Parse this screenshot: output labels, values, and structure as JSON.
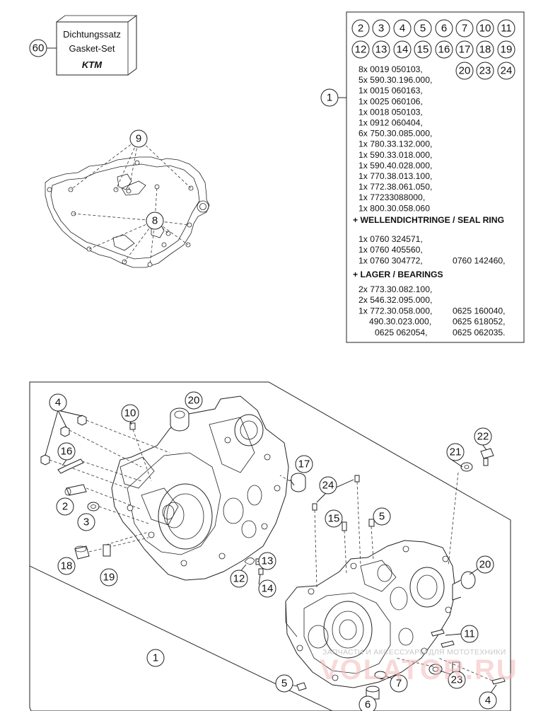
{
  "gasket_set": {
    "callout": "60",
    "line1": "Dichtungssatz",
    "line2": "Gasket-Set",
    "logo_text": "KTM"
  },
  "gasket_callouts": [
    "9",
    "8"
  ],
  "kit": {
    "callout": "1",
    "included_refs_row1": [
      "2",
      "3",
      "4",
      "5",
      "6",
      "7",
      "10",
      "11"
    ],
    "included_refs_row2": [
      "12",
      "13",
      "14",
      "15",
      "16",
      "17",
      "18",
      "19"
    ],
    "included_refs_row3": [
      "20",
      "23",
      "24"
    ],
    "part_lines": [
      "8x 0019 050103,",
      "5x 590.30.196.000,",
      "1x 0015 060163,",
      "1x 0025 060106,",
      "1x 0018 050103,",
      "1x 0912 060404,",
      "6x 750.30.085.000,",
      "1x 780.33.132.000,",
      "1x 590.33.018.000,",
      "1x 590.40.028.000,",
      "1x 770.38.013.100,",
      "1x 772.38.061.050,",
      "1x 77233088000,",
      "1x 800.30.058.060"
    ],
    "seal_heading": "+ WELLENDICHTRINGE /  SEAL RING",
    "seal_lines": [
      {
        "left": "1x 0760 324571,",
        "right": ""
      },
      {
        "left": "1x 0760 405560,",
        "right": ""
      },
      {
        "left": "1x 0760 304772,",
        "right": "0760 142460,"
      }
    ],
    "bearing_heading": "+ LAGER / BEARINGS",
    "bearing_lines": [
      {
        "left": "2x 773.30.082.100,",
        "right": ""
      },
      {
        "left": "2x 546.32.095.000,",
        "right": ""
      },
      {
        "left": "1x 772.30.058.000,",
        "right": "0625 160040,"
      },
      {
        "left": "490.30.023.000,",
        "right": "0625 618052,"
      },
      {
        "left": "0625 062054,",
        "right": "0625 062035."
      }
    ]
  },
  "main_callouts": {
    "c4a": "4",
    "c10": "10",
    "c20a": "20",
    "c16": "16",
    "c2": "2",
    "c3": "3",
    "c18": "18",
    "c19": "19",
    "c17": "17",
    "c22": "22",
    "c21": "21",
    "c24": "24",
    "c15": "15",
    "c5a": "5",
    "c13": "13",
    "c12": "12",
    "c14": "14",
    "c20b": "20",
    "c11": "11",
    "c1": "1",
    "c23": "23",
    "c5b": "5",
    "c7": "7",
    "c6": "6",
    "c4b": "4"
  },
  "watermark": {
    "small": "ЗАПЧАСТИ И АКСЕССУАРЫ ДЛЯ МОТОТЕХНИКИ",
    "big": "VOLATOR.RU"
  }
}
